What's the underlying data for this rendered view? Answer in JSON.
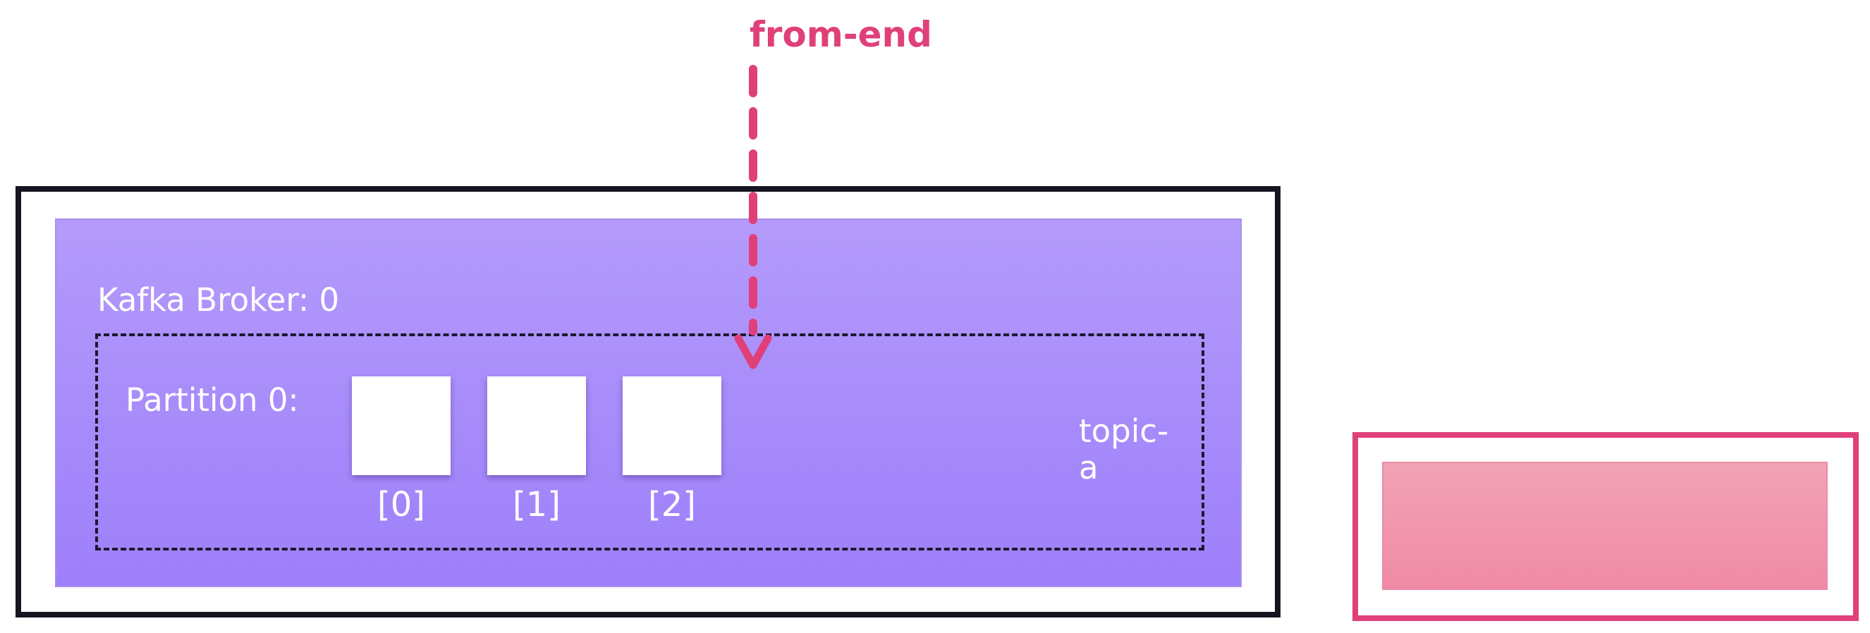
{
  "diagram": {
    "broker": {
      "label": "Kafka Broker: 0"
    },
    "partition": {
      "label": "Partition 0:",
      "offsets": [
        "[0]",
        "[1]",
        "[2]"
      ]
    },
    "topic": {
      "label": "topic-\na"
    },
    "pointer": {
      "label": "from-end"
    }
  },
  "colors": {
    "accent": "#e0407a",
    "broker_fill": "#a78bfa",
    "frame": "#16141f",
    "consumer_fill": "#f08aa6"
  }
}
